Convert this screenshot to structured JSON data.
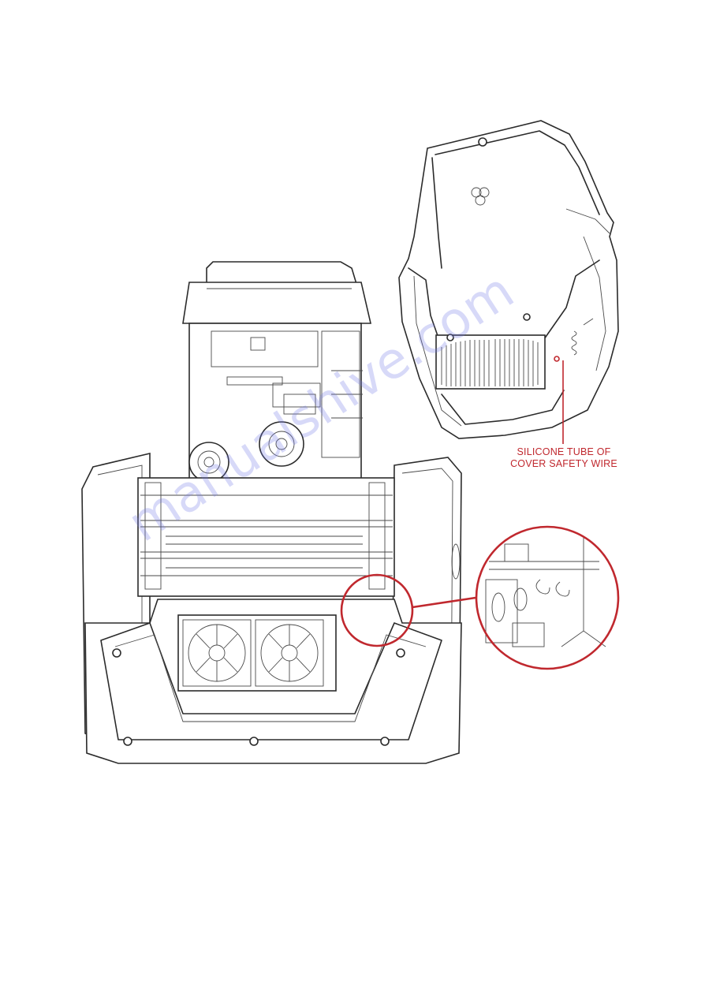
{
  "callout": {
    "line1": "SILICONE TUBE OF",
    "line2": "COVER SAFETY WIRE"
  },
  "watermark": {
    "text": "manualshive.com"
  },
  "colors": {
    "callout": "#c0282e",
    "line": "#2b2b2b",
    "watermark": "#6e78e6"
  }
}
